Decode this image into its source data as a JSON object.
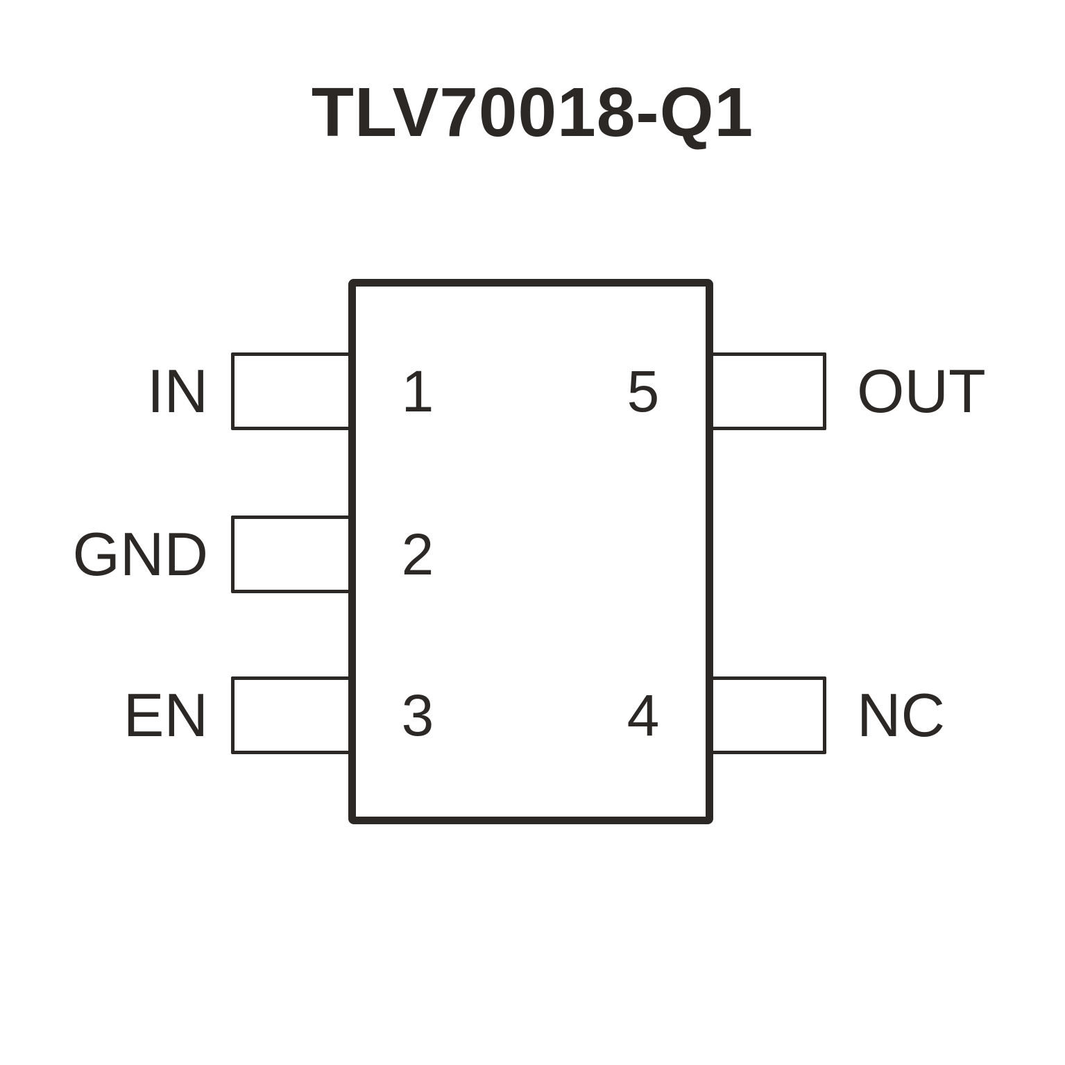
{
  "title": "TLV70018-Q1",
  "chip": {
    "left_pins": [
      {
        "number": "1",
        "label": "IN"
      },
      {
        "number": "2",
        "label": "GND"
      },
      {
        "number": "3",
        "label": "EN"
      }
    ],
    "right_pins": [
      {
        "number": "5",
        "label": "OUT"
      },
      {
        "number": "4",
        "label": "NC"
      }
    ]
  },
  "colors": {
    "line": "#2b2826",
    "background": "#ffffff"
  }
}
